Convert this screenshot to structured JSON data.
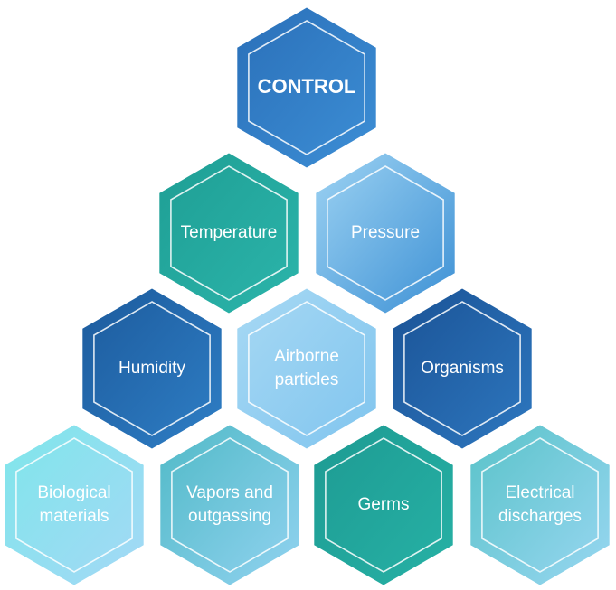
{
  "diagram": {
    "cells": [
      {
        "id": "control",
        "lines": [
          "CONTROL"
        ],
        "bold": true,
        "gradient": [
          "#2a6fb8",
          "#3d8fd6"
        ]
      },
      {
        "id": "temperature",
        "lines": [
          "Temperature"
        ],
        "bold": false,
        "gradient": [
          "#1e9e94",
          "#2cb5ab"
        ]
      },
      {
        "id": "pressure",
        "lines": [
          "Pressure"
        ],
        "bold": false,
        "gradient": [
          "#9fd4f3",
          "#3b8fd4"
        ]
      },
      {
        "id": "humidity",
        "lines": [
          "Humidity"
        ],
        "bold": false,
        "gradient": [
          "#1c5a9c",
          "#2f7fc6"
        ]
      },
      {
        "id": "airborne",
        "lines": [
          "Airborne",
          "particles"
        ],
        "bold": false,
        "gradient": [
          "#a8d9f4",
          "#7fc4ee"
        ]
      },
      {
        "id": "organisms",
        "lines": [
          "Organisms"
        ],
        "bold": false,
        "gradient": [
          "#1a5295",
          "#2e78c0"
        ]
      },
      {
        "id": "biological",
        "lines": [
          "Biological",
          "materials"
        ],
        "bold": false,
        "gradient": [
          "#7ee6ea",
          "#a5d8f6"
        ]
      },
      {
        "id": "vapors",
        "lines": [
          "Vapors and",
          "outgassing"
        ],
        "bold": false,
        "gradient": [
          "#4fb9c6",
          "#93d3f1"
        ]
      },
      {
        "id": "germs",
        "lines": [
          "Germs"
        ],
        "bold": false,
        "gradient": [
          "#1d9a92",
          "#27b2a6"
        ]
      },
      {
        "id": "electrical",
        "lines": [
          "Electrical",
          "discharges"
        ],
        "bold": false,
        "gradient": [
          "#58c2c8",
          "#9ad7f2"
        ]
      }
    ]
  }
}
